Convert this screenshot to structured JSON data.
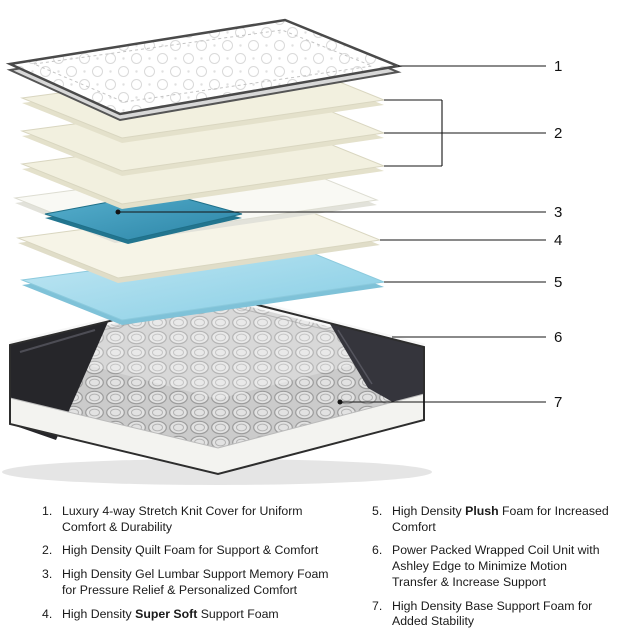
{
  "diagram": {
    "callouts": [
      "1",
      "2",
      "3",
      "4",
      "5",
      "6",
      "7"
    ]
  },
  "colors": {
    "cream": "#f2f0df",
    "cream_edge": "#e4e1cb",
    "ivory": "#f6f4e7",
    "white_foam": "#f9f9f4",
    "gel_light": "#58b1cf",
    "gel_dark": "#2b84a6",
    "plush_light": "#c4e8f4",
    "plush_dark": "#85cde4",
    "coil_bg": "#cbcbcb",
    "fabric_dark": "#26262a",
    "fabric_mid": "#35353c",
    "base_foam": "#f3f3f0",
    "line": "#141414"
  },
  "legend": {
    "items": [
      {
        "num": "1.",
        "pre": "Luxury 4-way Stretch Knit Cover for Uniform Comfort & Durability",
        "bold": "",
        "post": ""
      },
      {
        "num": "2.",
        "pre": "High Density Quilt Foam for Support & Comfort",
        "bold": "",
        "post": ""
      },
      {
        "num": "3.",
        "pre": "High Density Gel Lumbar Support Memory Foam for Pressure Relief & Personalized Comfort",
        "bold": "",
        "post": ""
      },
      {
        "num": "4.",
        "pre": "High Density ",
        "bold": "Super Soft",
        "post": " Support Foam"
      },
      {
        "num": "5.",
        "pre": "High Density ",
        "bold": "Plush",
        "post": " Foam for Increased Comfort"
      },
      {
        "num": "6.",
        "pre": "Power Packed Wrapped Coil Unit with Ashley Edge to Minimize Motion Transfer & Increase Support",
        "bold": "",
        "post": ""
      },
      {
        "num": "7.",
        "pre": "High Density Base Support Foam for Added Stability",
        "bold": "",
        "post": ""
      }
    ]
  }
}
